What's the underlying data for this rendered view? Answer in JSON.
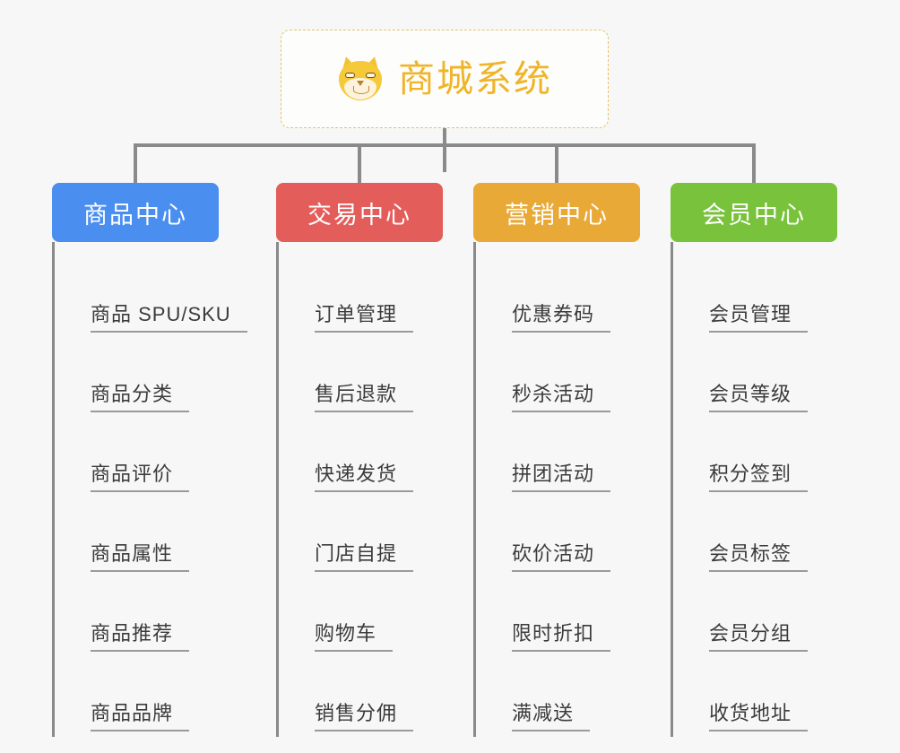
{
  "root": {
    "title": "商城系统",
    "icon": "shiba-dog-icon",
    "border_color": "#e9c06a",
    "text_color": "#f0b429",
    "background": "#fdfdfb"
  },
  "canvas": {
    "background": "#f7f7f7",
    "connector_color": "#8a8a8a"
  },
  "categories": [
    {
      "label": "商品中心",
      "color": "#4a8ef0",
      "items": [
        "商品 SPU/SKU",
        "商品分类",
        "商品评价",
        "商品属性",
        "商品推荐",
        "商品品牌"
      ]
    },
    {
      "label": "交易中心",
      "color": "#e35d5b",
      "items": [
        "订单管理",
        "售后退款",
        "快递发货",
        "门店自提",
        "购物车",
        "销售分佣"
      ]
    },
    {
      "label": "营销中心",
      "color": "#e8a937",
      "items": [
        "优惠券码",
        "秒杀活动",
        "拼团活动",
        "砍价活动",
        "限时折扣",
        "满减送"
      ]
    },
    {
      "label": "会员中心",
      "color": "#79c23b",
      "items": [
        "会员管理",
        "会员等级",
        "积分签到",
        "会员标签",
        "会员分组",
        "收货地址"
      ]
    }
  ]
}
